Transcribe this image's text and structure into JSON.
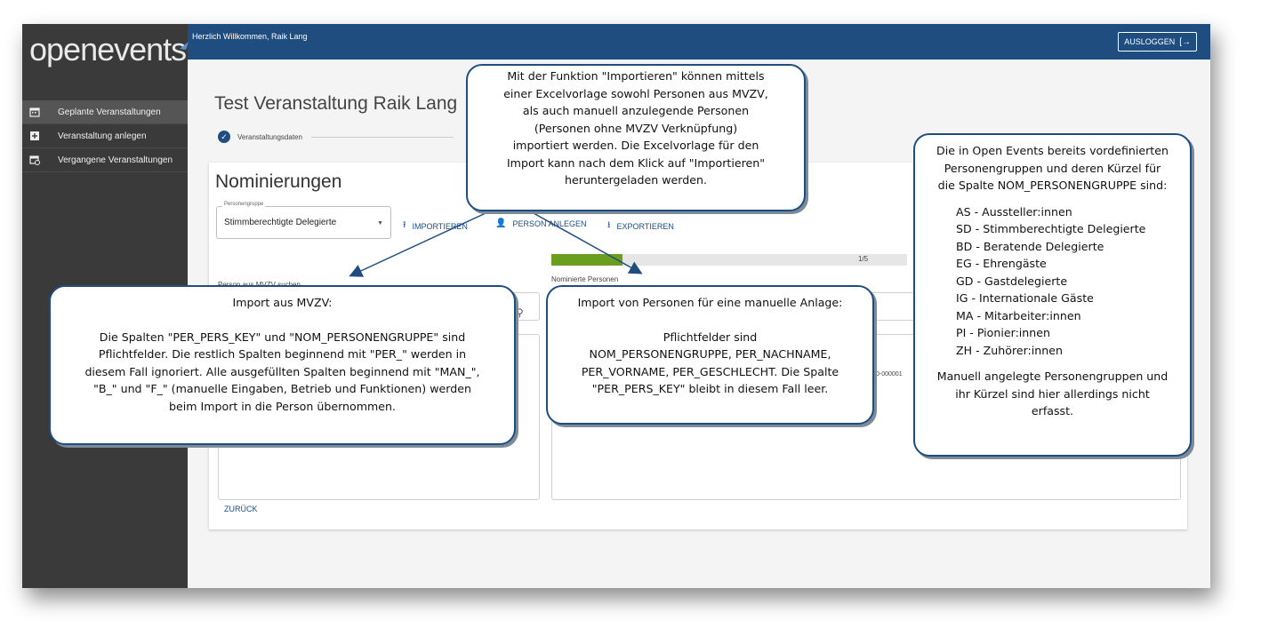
{
  "app": {
    "logo": "openevents"
  },
  "sidebar": {
    "items": [
      {
        "label": "Geplante Veranstaltungen"
      },
      {
        "label": "Veranstaltung anlegen"
      },
      {
        "label": "Vergangene Veranstaltungen"
      }
    ]
  },
  "topbar": {
    "welcome": "Herzlich Willkommen, Raik Lang",
    "logout_label": "AUSLOGGEN"
  },
  "page": {
    "title": "Test Veranstaltung Raik Lang",
    "step_label": "Veranstaltungsdaten"
  },
  "card": {
    "title": "Nominierungen",
    "group_select": {
      "label": "Personengruppe",
      "value": "Stimmberechtigte Delegierte"
    },
    "buttons": {
      "import": "IMPORTIEREN",
      "add_person": "PERSON ANLEGEN",
      "export": "EXPORTIEREN"
    },
    "progress": {
      "text": "1/5",
      "fraction": 0.2
    },
    "search_label": "Person aus MVZV suchen",
    "nominated_label": "Nominierte Personen",
    "nominated_snippet": "0-000001",
    "back_label": "ZURÜCK"
  },
  "callouts": {
    "import_function": [
      "Mit der Funktion \"Importieren\" können mittels",
      "einer Excelvorlage sowohl Personen aus MVZV,",
      "als auch manuell anzulegende Personen",
      "(Personen ohne MVZV Verknüpfung)",
      "importiert werden. Die Excelvorlage für den",
      "Import kann nach dem Klick auf \"Importieren\"",
      "heruntergeladen werden."
    ],
    "mvzv": {
      "title": "Import aus MVZV:",
      "lines": [
        "Die Spalten \"PER_PERS_KEY\" und \"NOM_PERSONENGRUPPE\" sind",
        "Pflichtfelder. Die restlich Spalten beginnend mit \"PER_\" werden in",
        "diesem Fall ignoriert. Alle ausgefüllten Spalten beginnend mit \"MAN_\",",
        "\"B_\" und \"F_\" (manuelle Eingaben, Betrieb und Funktionen) werden",
        "beim Import in die Person übernommen."
      ]
    },
    "manual": {
      "title": "Import von Personen für eine manuelle Anlage:",
      "lines": [
        "Pflichtfelder sind",
        "NOM_PERSONENGRUPPE, PER_NACHNAME,",
        "PER_VORNAME, PER_GESCHLECHT. Die Spalte",
        "\"PER_PERS_KEY\" bleibt in diesem Fall leer."
      ]
    },
    "groups": {
      "intro": [
        "Die in Open Events bereits vordefinierten",
        "Personengruppen und deren Kürzel für",
        "die Spalte NOM_PERSONENGRUPPE sind:"
      ],
      "items": [
        "AS - Aussteller:innen",
        "SD - Stimmberechtigte Delegierte",
        "BD - Beratende Delegierte",
        "EG - Ehrengäste",
        "GD - Gastdelegierte",
        "IG -  Internationale Gäste",
        "MA - Mitarbeiter:innen",
        "PI - Pionier:innen",
        "ZH - Zuhörer:innen"
      ],
      "outro": [
        "Manuell angelegte Personengruppen und",
        "ihr Kürzel sind hier allerdings nicht",
        "erfasst."
      ]
    }
  },
  "colors": {
    "primary": "#1f4d80",
    "sidebar": "#3a3a3a",
    "progress": "#6b9e1f"
  }
}
